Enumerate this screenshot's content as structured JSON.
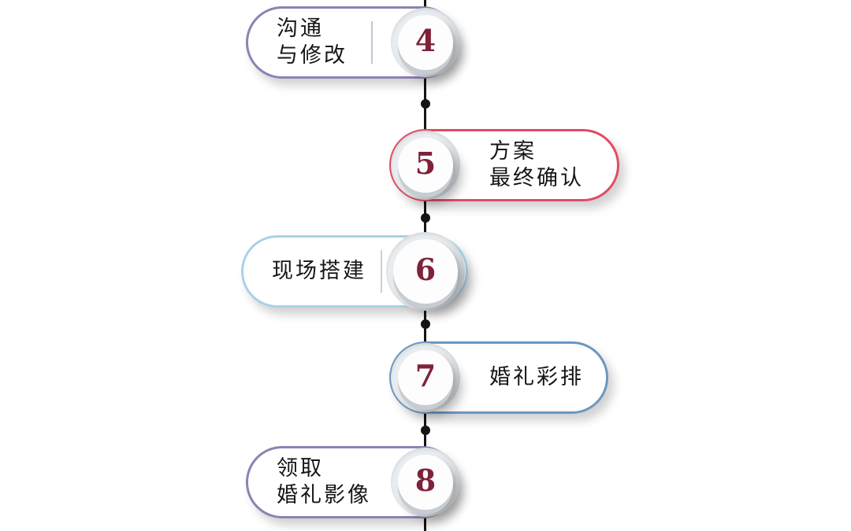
{
  "canvas": {
    "background": "#ffffff",
    "line_color": "#151515",
    "number_color": "#7e2239"
  },
  "steps": [
    {
      "number": "4",
      "label": "沟通\n与修改",
      "side": "left",
      "accent": "#8e81b2"
    },
    {
      "number": "5",
      "label": "方案\n最终确认",
      "side": "right",
      "accent": "#e14b63"
    },
    {
      "number": "6",
      "label": "现场搭建",
      "side": "left",
      "accent": "#a8d2e6"
    },
    {
      "number": "7",
      "label": "婚礼彩排",
      "side": "right",
      "accent": "#6b97c1"
    },
    {
      "number": "8",
      "label": "领取\n婚礼影像",
      "side": "left",
      "accent": "#8e81b2"
    }
  ]
}
